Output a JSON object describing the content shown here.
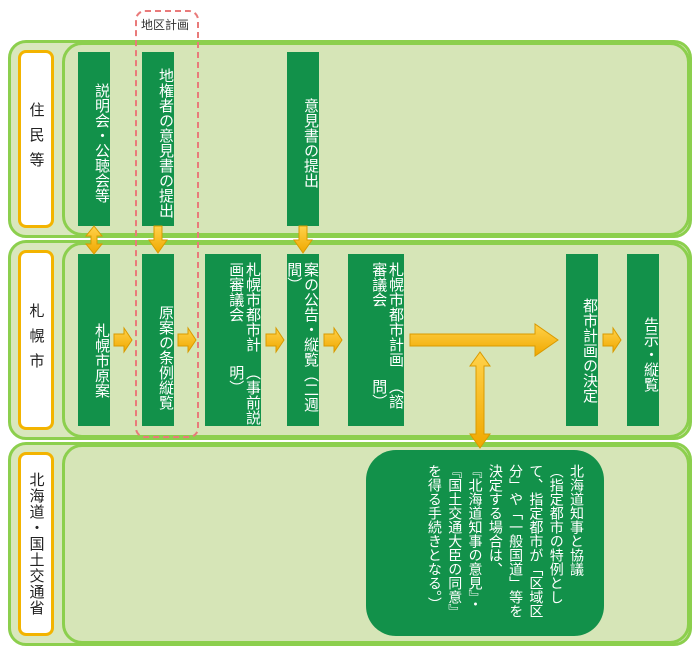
{
  "district_label": "地区計画",
  "lanes": {
    "residents": "住民等",
    "sapporo": "札幌市",
    "hokkaido": "北海道・国土交通省"
  },
  "residents_boxes": {
    "briefing": "説明会・公聴会等",
    "landowner_opinion": "地権者の意見書の提出",
    "opinion": "意見書の提出"
  },
  "sapporo_boxes": {
    "draft": "札幌市原案",
    "ordinance_view": "原案の条例縦覧",
    "council_pre": [
      "札幌市都市計画審議会",
      "（事前説明）"
    ],
    "public_notice": "案の公告・縦覧（二週間）",
    "council_consult": [
      "札幌市都市計画審議会",
      "（諮問）"
    ],
    "decision": "都市計画の決定",
    "announcement": "告示・縦覧"
  },
  "note": {
    "title": "北海道知事と協議",
    "lines": [
      "（指定都市の特例とし",
      "て、指定都市が「区域区",
      "分」や「一般国道」等を",
      "決定する場合は、",
      "『北海道知事の意見』・",
      "『国土交通大臣の同意』",
      "を得る手続きとなる。）"
    ]
  },
  "colors": {
    "box_green": "#12914a",
    "lane_border": "#8ccf4d",
    "lane_fill": "#d6e5b7",
    "label_border": "#f3b400",
    "arrow_fill": "#f5b400",
    "district_border": "#e97a7a"
  }
}
